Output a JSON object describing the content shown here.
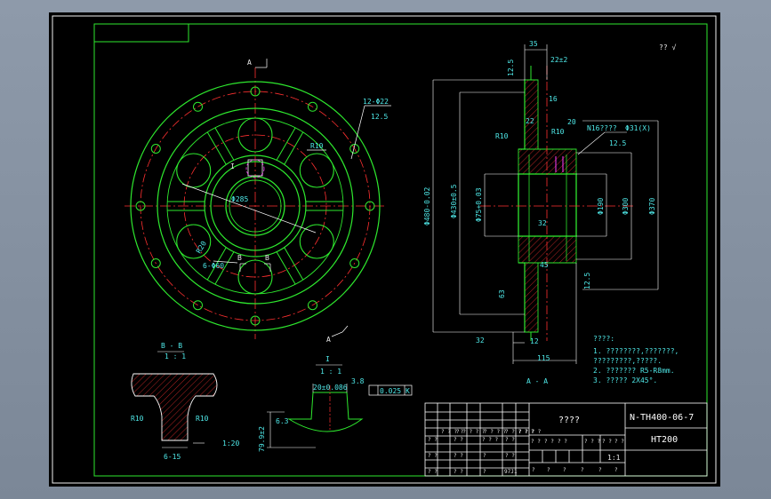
{
  "title_block": {
    "drawing_no": "N-TH400-06-7",
    "material": "HT200",
    "part_name": "????",
    "scale": "1:1",
    "grid_rows": [
      [
        "? ? ? ?",
        "? ? ? ? ?",
        "? ? ? ?",
        "? ? ? ? ?",
        "? ? ? ?"
      ],
      [
        "? ?",
        "? ?",
        "? ? ?",
        "? ?"
      ],
      [
        "? ?",
        "? ?",
        "?",
        "? ?"
      ],
      [
        "? ?",
        "? ?",
        "?",
        "97J1"
      ]
    ],
    "sign_row": [
      "? ?",
      "? ?",
      "? ?",
      "? ? ?",
      "? ?",
      "? ?"
    ],
    "stage_row": [
      "?",
      "?",
      "?",
      "?",
      "?",
      "?"
    ]
  },
  "roughness_note": "?? √",
  "notes": {
    "heading": "????:",
    "items": [
      "1. ????????,???????,",
      "   ?????????,?????.",
      "2. ???????  R5-R8mm.",
      "3. ?????  2X45°."
    ]
  },
  "section_labels": {
    "aa": "A - A",
    "bb": "B - B",
    "bb_scale": "1 : 1",
    "i_label": "I",
    "i_scale": "1 : 1",
    "a_top": "A",
    "a_bottom": "A",
    "b1": "B",
    "b2": "B",
    "i_mark": "I"
  },
  "front_view_dims": [
    "12-Φ22",
    "12.5",
    "R10",
    "Φ285",
    "R20",
    "6-Φ60"
  ],
  "section_view_dims": {
    "top": [
      "35",
      "22±2",
      "12.5",
      "16",
      "22",
      "20",
      "R10",
      "R10",
      "N16????",
      "Φ31(X)",
      "12.5"
    ],
    "left": [
      "Φ480-0.02",
      "Φ430±0.5",
      "Φ75+0.03"
    ],
    "right": [
      "Φ190",
      "Φ300",
      "Φ370"
    ],
    "middle": [
      "32",
      "45",
      "12.5",
      "63",
      "32",
      "12",
      "115"
    ]
  },
  "detail_dims": {
    "bb": [
      "R10",
      "R10",
      "6-15",
      "1:20"
    ],
    "i": [
      "20±0.086",
      "3.8",
      "0.025",
      "K",
      "6.3",
      "79.9±2"
    ]
  }
}
